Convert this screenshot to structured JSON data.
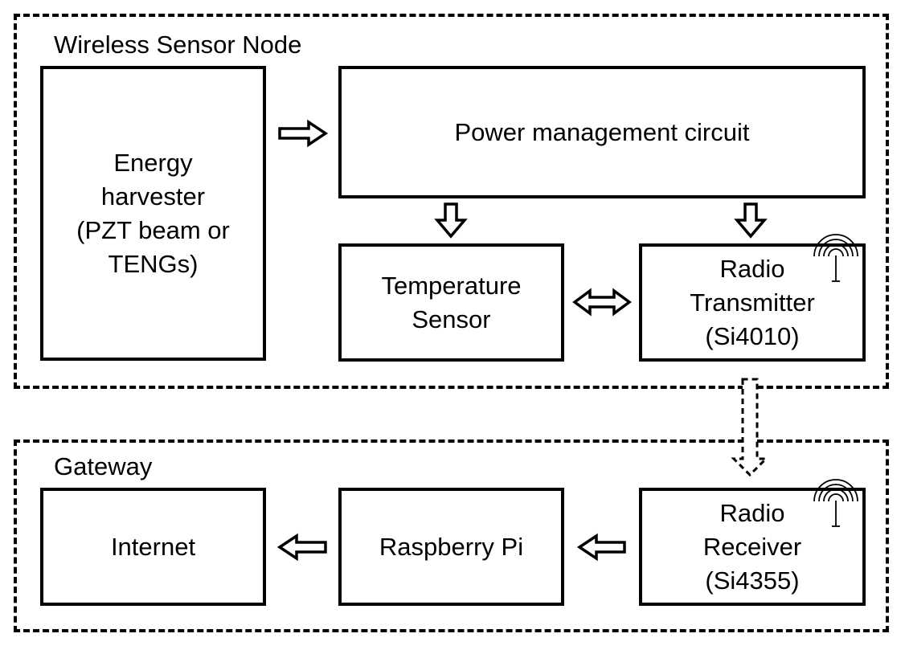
{
  "groups": {
    "sensor_node": {
      "label": "Wireless Sensor Node"
    },
    "gateway": {
      "label": "Gateway"
    }
  },
  "blocks": {
    "energy_harvester": [
      "Energy",
      "harvester",
      "(PZT beam or",
      "TENGs)"
    ],
    "power_management": [
      "Power management circuit"
    ],
    "temperature_sensor": [
      "Temperature",
      "Sensor"
    ],
    "radio_transmitter": [
      "Radio",
      "Transmitter",
      "(Si4010)"
    ],
    "internet": [
      "Internet"
    ],
    "raspberry_pi": [
      "Raspberry Pi"
    ],
    "radio_receiver": [
      "Radio",
      "Receiver",
      "(Si4355)"
    ]
  },
  "icons": {
    "transmitter_antenna": "antenna-icon",
    "receiver_antenna": "antenna-icon"
  },
  "colors": {
    "stroke": "#000000",
    "background": "#ffffff"
  }
}
